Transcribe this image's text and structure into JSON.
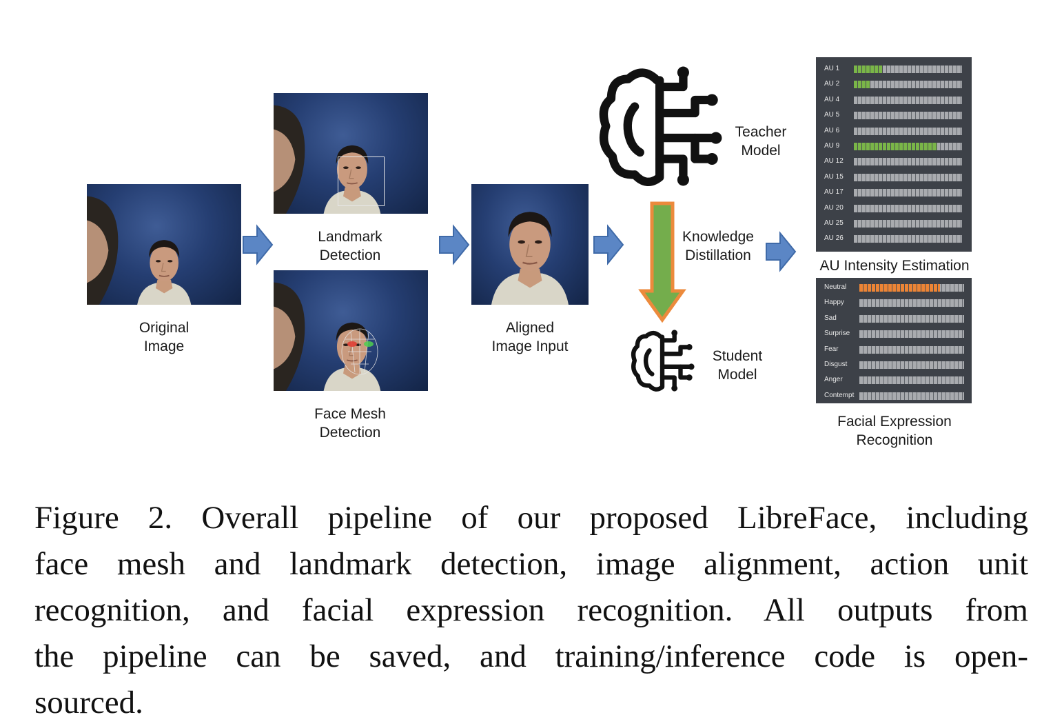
{
  "labels": {
    "original": [
      "Original",
      "Image"
    ],
    "landmark": [
      "Landmark",
      "Detection"
    ],
    "face_mesh": [
      "Face Mesh",
      "Detection"
    ],
    "aligned": [
      "Aligned",
      "Image Input"
    ],
    "teacher": [
      "Teacher",
      "Model"
    ],
    "knowledge": [
      "Knowledge",
      "Distillation"
    ],
    "student": [
      "Student",
      "Model"
    ],
    "au_title": "AU Intensity Estimation",
    "fer": [
      "Facial Expression",
      "Recognition"
    ]
  },
  "au_panel": {
    "rows": [
      {
        "label": "AU 1",
        "level": 0.27
      },
      {
        "label": "AU 2",
        "level": 0.15
      },
      {
        "label": "AU 4",
        "level": 0.0
      },
      {
        "label": "AU 5",
        "level": 0.0
      },
      {
        "label": "AU 6",
        "level": 0.0
      },
      {
        "label": "AU 9",
        "level": 0.77
      },
      {
        "label": "AU 12",
        "level": 0.0
      },
      {
        "label": "AU 15",
        "level": 0.0
      },
      {
        "label": "AU 17",
        "level": 0.0
      },
      {
        "label": "AU 20",
        "level": 0.0
      },
      {
        "label": "AU 25",
        "level": 0.0
      },
      {
        "label": "AU 26",
        "level": 0.0
      }
    ],
    "fill_color": "#7ab648"
  },
  "fer_panel": {
    "rows": [
      {
        "label": "Neutral",
        "level": 0.77
      },
      {
        "label": "Happy",
        "level": 0.0
      },
      {
        "label": "Sad",
        "level": 0.0
      },
      {
        "label": "Surprise",
        "level": 0.0
      },
      {
        "label": "Fear",
        "level": 0.0
      },
      {
        "label": "Disgust",
        "level": 0.0
      },
      {
        "label": "Anger",
        "level": 0.0
      },
      {
        "label": "Contempt",
        "level": 0.0
      }
    ],
    "fill_color": "#ec8435"
  },
  "colors": {
    "arrow_blue": "#5b86c5",
    "arrow_green": "#74ad4c",
    "arrow_orange_border": "#ec8a3c",
    "panel_bg": "#3d4148"
  },
  "icons": [
    "brain-circuit-icon"
  ],
  "caption": {
    "lines": [
      "Figure 2.  Overall pipeline of our proposed LibreFace, including",
      "face mesh and landmark detection, image alignment, action unit",
      "recognition, and facial expression recognition.  All outputs from",
      "the pipeline can be saved, and training/inference code is open-",
      "sourced."
    ]
  }
}
